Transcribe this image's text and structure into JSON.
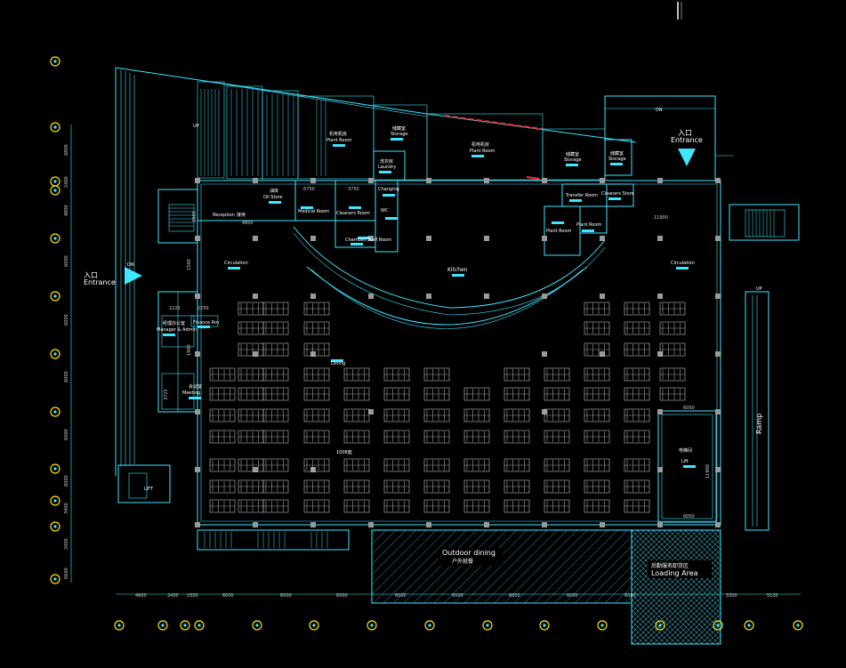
{
  "rooms": [
    {
      "key": "entrance_west_cn",
      "text": "入口"
    },
    {
      "key": "entrance_west_en",
      "text": "Entrance"
    },
    {
      "key": "entrance_east_cn",
      "text": "入口"
    },
    {
      "key": "entrance_east_en",
      "text": "Entrance"
    },
    {
      "key": "dn_west",
      "text": "DN"
    },
    {
      "key": "dn_top",
      "text": "DN"
    },
    {
      "key": "up_west",
      "text": "UP"
    },
    {
      "key": "up_east",
      "text": "UP"
    },
    {
      "key": "ramp",
      "text": "Ramp"
    },
    {
      "key": "plant_room_top_cn",
      "text": "机电机房"
    },
    {
      "key": "plant_room_top_en",
      "text": "Plant Room"
    },
    {
      "key": "storage_top_cn",
      "text": "储藏室"
    },
    {
      "key": "storage_top_en",
      "text": "Storage"
    },
    {
      "key": "laundry_cn",
      "text": "洗衣房"
    },
    {
      "key": "laundry_en",
      "text": "Laundry"
    },
    {
      "key": "plant_room_mid_cn",
      "text": "机电机房"
    },
    {
      "key": "plant_room_mid_en",
      "text": "Plant Room"
    },
    {
      "key": "storage_east_cn",
      "text": "储藏室"
    },
    {
      "key": "storage_east_en",
      "text": "Storage"
    },
    {
      "key": "storage_ne_cn",
      "text": "储藏室"
    },
    {
      "key": "storage_ne_en",
      "text": "Storage"
    },
    {
      "key": "oil_store_cn",
      "text": "油库"
    },
    {
      "key": "oil_store_en",
      "text": "Oil Store"
    },
    {
      "key": "reception_en",
      "text": "Reception"
    },
    {
      "key": "reception_cn",
      "text": "接待"
    },
    {
      "key": "medical_room",
      "text": "Medical Room"
    },
    {
      "key": "cleaners",
      "text": "Cleaners Room"
    },
    {
      "key": "chamber",
      "text": "Chamber/Staff Room"
    },
    {
      "key": "wc",
      "text": "WC"
    },
    {
      "key": "changing",
      "text": "Changing"
    },
    {
      "key": "kitchen",
      "text": "Kitchen"
    },
    {
      "key": "transfer_room",
      "text": "Transfer Room"
    },
    {
      "key": "cleaners_store",
      "text": "Cleaners Store"
    },
    {
      "key": "plant_room_e1",
      "text": "Plant Room"
    },
    {
      "key": "plant_room_e2",
      "text": "Plant Room"
    },
    {
      "key": "circulation_w",
      "text": "Circulation"
    },
    {
      "key": "circulation_e",
      "text": "Circulation"
    },
    {
      "key": "manager_cn",
      "text": "经理办公室"
    },
    {
      "key": "manager_en",
      "text": "Manager & Admin"
    },
    {
      "key": "finance_room",
      "text": "Finance Rm"
    },
    {
      "key": "meeting_cn",
      "text": "会议室"
    },
    {
      "key": "meeting_en",
      "text": "Meeting"
    },
    {
      "key": "dining_label",
      "text": "Dining"
    },
    {
      "key": "seats",
      "text": "1008座"
    },
    {
      "key": "lift_e_cn",
      "text": "电梯间"
    },
    {
      "key": "lift_e_en",
      "text": "Lift"
    },
    {
      "key": "lift_w",
      "text": "LIFT"
    },
    {
      "key": "outdoor_en",
      "text": "Outdoor dining"
    },
    {
      "key": "outdoor_cn",
      "text": "户外就餐"
    },
    {
      "key": "loading_cn",
      "text": "后勤服务卸货区"
    },
    {
      "key": "loading_en",
      "text": "Loading Area"
    }
  ],
  "dimensions": {
    "bottom": [
      "4800",
      "2400",
      "1500",
      "6000",
      "6000",
      "6000",
      "6000",
      "6000",
      "6000",
      "6000",
      "6000",
      "3300",
      "5100"
    ],
    "left": [
      "6800",
      "2400",
      "4800",
      "6000",
      "6000",
      "6000",
      "6000",
      "6000",
      "3400",
      "2000",
      "6600"
    ],
    "inner": [
      "4800",
      "3750",
      "6750",
      "11900",
      "2225",
      "2250",
      "3725",
      "6050",
      "6050",
      "11900",
      "1500",
      "1900",
      "2800"
    ]
  },
  "colors": {
    "background": "#000000",
    "walls": "#3ee6ff",
    "axis_markers": "#ffe400",
    "columns": "#9a9a9a",
    "text": "#ffffff",
    "highlight": "#ff2a2a"
  }
}
